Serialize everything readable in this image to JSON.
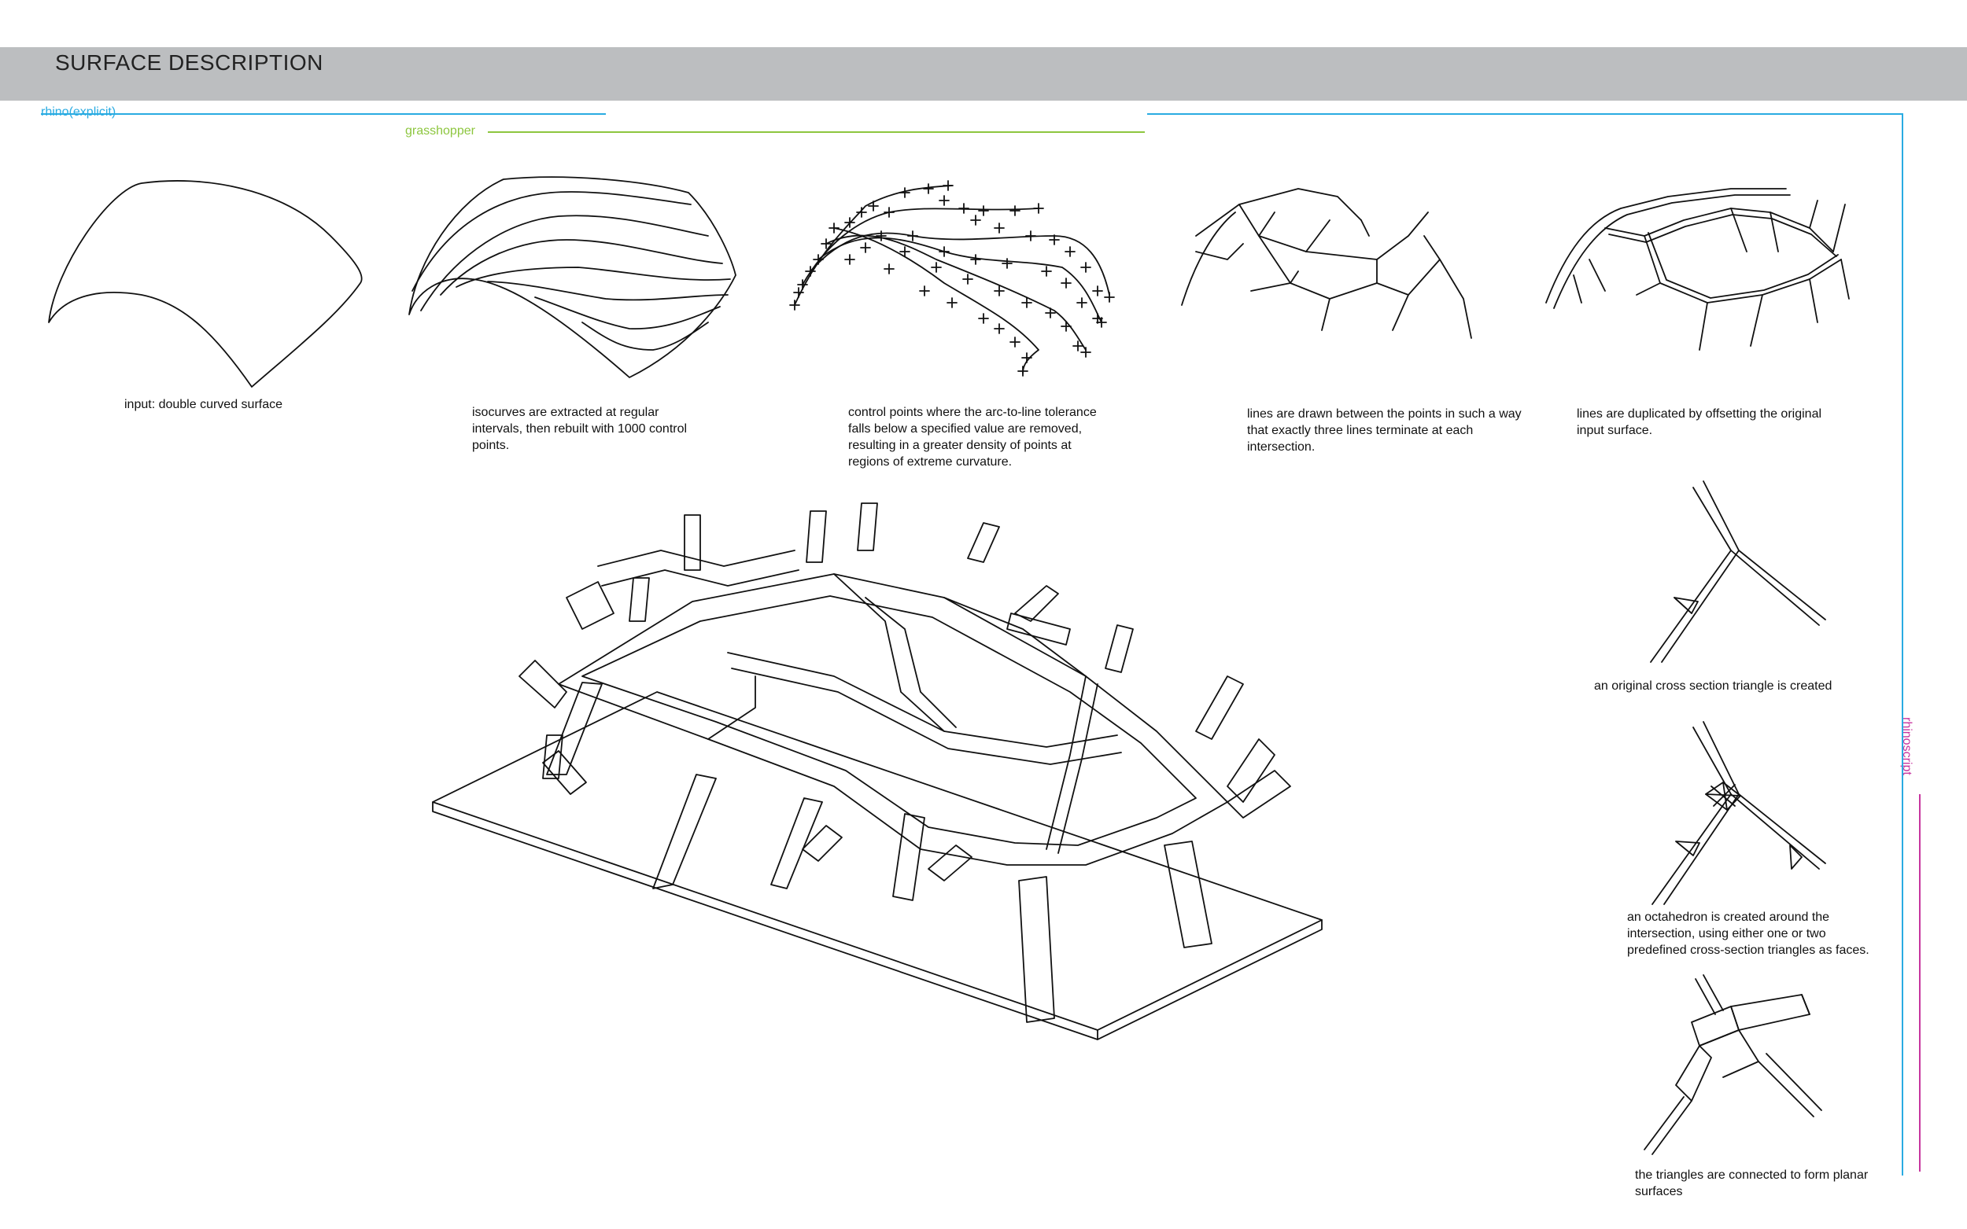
{
  "header": {
    "title": "SURFACE DESCRIPTION"
  },
  "labels": {
    "rhino_explicit": "rhino(explicit)",
    "grasshopper": "grasshopper",
    "rhinoscript": "rhinoscript"
  },
  "colors": {
    "header_bar": "#bcbec0",
    "rhino": "#29abe2",
    "grasshopper": "#8dc63f",
    "rhinoscript": "#c7359f"
  },
  "steps": [
    {
      "caption": "input:  double curved surface"
    },
    {
      "caption": "isocurves are extracted at regular intervals,  then rebuilt with 1000 control points."
    },
    {
      "caption": "control points where the arc-to-line tolerance falls below a specified value are removed, resulting in a greater density of points at regions of extreme curvature."
    },
    {
      "caption": "lines are drawn between the points in such a way that exactly three lines terminate at each intersection."
    },
    {
      "caption": "lines are duplicated by offsetting the original input surface."
    }
  ],
  "side_steps": [
    {
      "caption": "an original cross section triangle is created"
    },
    {
      "caption": "an octahedron is created around the intersection, using either one or two predefined cross-section triangles as faces."
    },
    {
      "caption": "the triangles are connected to form planar surfaces"
    }
  ],
  "icons": [
    "surface-icon",
    "isocurves-icon",
    "control-points-icon",
    "line-network-icon",
    "offset-lines-icon",
    "cross-section-icon",
    "octahedron-icon",
    "planar-surfaces-icon",
    "structure-model-icon"
  ]
}
